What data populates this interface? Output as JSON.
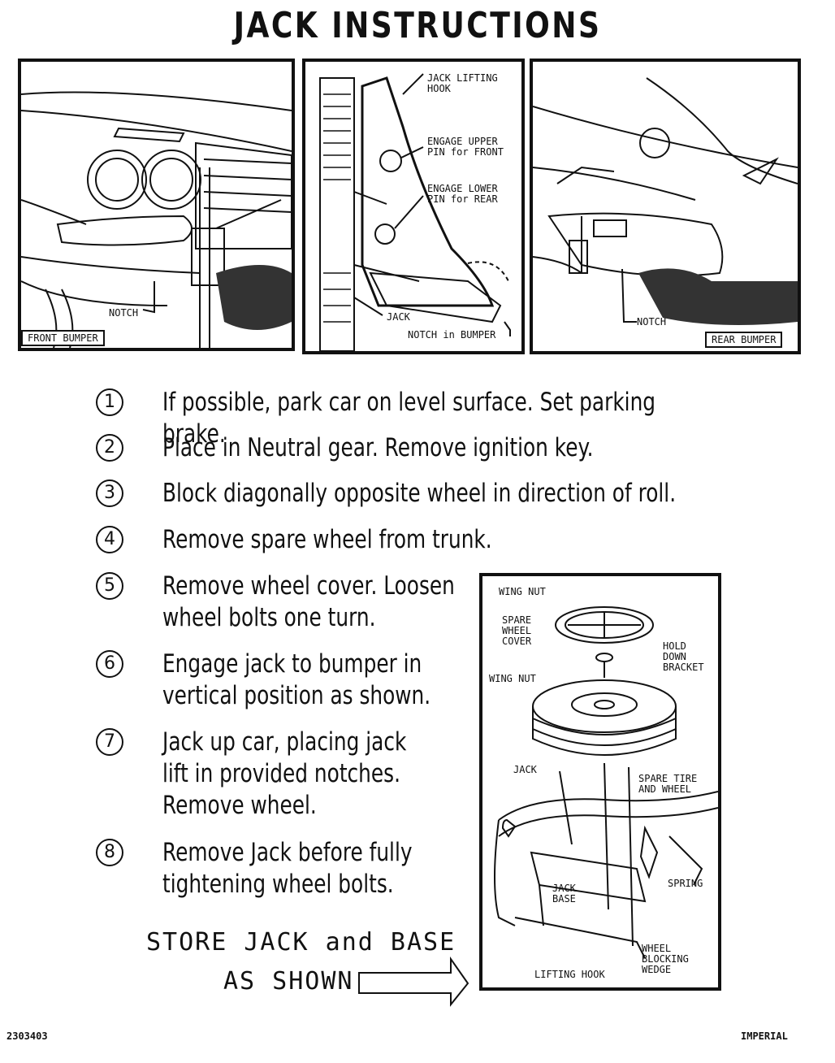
{
  "title": "JACK INSTRUCTIONS",
  "panels": {
    "front": {
      "label": "FRONT BUMPER",
      "callouts": {
        "notch": "NOTCH"
      }
    },
    "middle": {
      "callouts": {
        "hook": "JACK LIFTING\nHOOK",
        "upper": "ENGAGE UPPER\nPIN for FRONT",
        "lower": "ENGAGE LOWER\nPIN for REAR",
        "jack": "JACK",
        "notch": "NOTCH in BUMPER"
      }
    },
    "rear": {
      "label": "REAR BUMPER",
      "callouts": {
        "notch": "NOTCH"
      }
    }
  },
  "steps": [
    {
      "num": "1",
      "text": "If possible, park car on level surface. Set parking brake."
    },
    {
      "num": "2",
      "text": "Place in Neutral gear. Remove ignition key."
    },
    {
      "num": "3",
      "text": "Block diagonally opposite wheel in direction of roll."
    },
    {
      "num": "4",
      "text": "Remove spare wheel from trunk."
    },
    {
      "num": "5",
      "text": "Remove wheel cover. Loosen\nwheel bolts one turn."
    },
    {
      "num": "6",
      "text": "Engage jack to bumper in\nvertical position as shown."
    },
    {
      "num": "7",
      "text": "Jack up car, placing jack\nlift in provided notches.\nRemove wheel."
    },
    {
      "num": "8",
      "text": "Remove Jack before fully\ntightening wheel bolts."
    }
  ],
  "storage_diagram": {
    "callouts": {
      "wing_nut_top": "WING NUT",
      "spare_wheel_cover": "SPARE\nWHEEL\nCOVER",
      "hold_down_bracket": "HOLD\nDOWN\nBRACKET",
      "wing_nut_mid": "WING NUT",
      "jack": "JACK",
      "spare_tire_and_wheel": "SPARE TIRE\nAND WHEEL",
      "spring": "SPRING",
      "jack_base": "JACK\nBASE",
      "wheel_blocking_wedge": "WHEEL\nBLOCKING\nWEDGE",
      "lifting_hook": "LIFTING HOOK"
    }
  },
  "store_note": {
    "line1": "STORE JACK and BASE",
    "line2": "AS SHOWN"
  },
  "footer": {
    "part_number": "2303403",
    "brand": "IMPERIAL"
  }
}
